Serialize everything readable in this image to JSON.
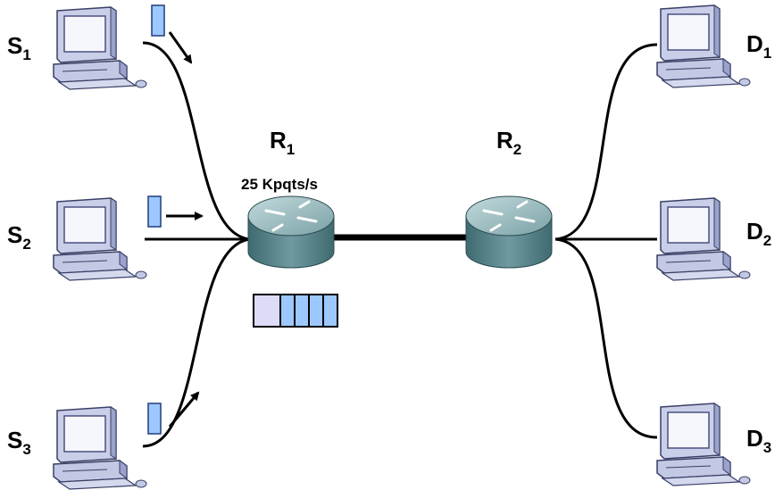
{
  "sources": [
    {
      "name": "S",
      "sub": "1"
    },
    {
      "name": "S",
      "sub": "2"
    },
    {
      "name": "S",
      "sub": "3"
    }
  ],
  "destinations": [
    {
      "name": "D",
      "sub": "1"
    },
    {
      "name": "D",
      "sub": "2"
    },
    {
      "name": "D",
      "sub": "3"
    }
  ],
  "routers": [
    {
      "name": "R",
      "sub": "1",
      "rate": "25 Kpqts/s"
    },
    {
      "name": "R",
      "sub": "2"
    }
  ],
  "queue": {
    "slots": 5,
    "filled": 4
  },
  "colors": {
    "packet": "#9cc8ff",
    "packet_border": "#1f3d7a",
    "queue_empty": "#dcdcf8",
    "router_top": "#8fb3b8",
    "router_body": "#4f7f86",
    "monitor": "#b8c0de",
    "screen": "#f4f5fb"
  }
}
